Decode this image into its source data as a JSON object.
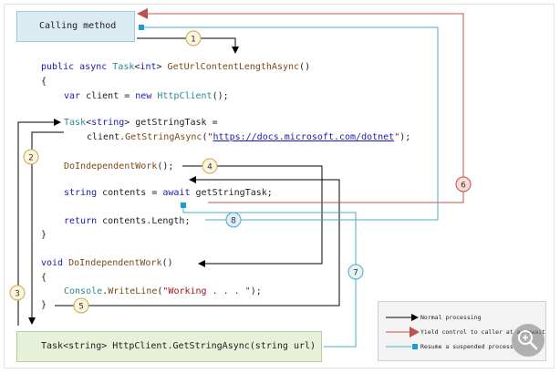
{
  "boxes": {
    "calling_method": "Calling method",
    "http_client": "Task<string> HttpClient.GetStringAsync(string url)"
  },
  "code": {
    "l1": {
      "kw1": "public",
      "kw2": "async",
      "type": "Task",
      "punct1": "<",
      "kw3": "int",
      "punct2": ">",
      "method": "GetUrlContentLengthAsync",
      "tail": "()"
    },
    "l2": "{",
    "l3": {
      "kw1": "var",
      "mid": "client = ",
      "kw2": "new",
      "type": "HttpClient",
      "tail": "();"
    },
    "l4": {
      "type": "Task",
      "punct1": "<",
      "kw": "string",
      "tail": "> getStringTask ="
    },
    "l5": {
      "head": "client.",
      "method": "GetStringAsync",
      "open": "(",
      "q1": "\"",
      "url": "https://docs.microsoft.com/dotnet",
      "q2": "\"",
      "close": ");"
    },
    "l6": {
      "method": "DoIndependentWork",
      "tail": "();"
    },
    "l7": {
      "kw1": "string",
      "mid": " contents = ",
      "kw2": "await",
      "tail": " getStringTask;"
    },
    "l8": {
      "kw": "return",
      "tail": " contents.Length;"
    },
    "l9": "}",
    "l10": {
      "kw": "void",
      "method": "DoIndependentWork",
      "tail": "()"
    },
    "l11": "{",
    "l12": {
      "type": "Console",
      "dot": ".",
      "method": "WriteLine",
      "open": "(",
      "str": "\"Working . . . \"",
      "close": ");"
    },
    "l13": "}"
  },
  "steps": [
    "1",
    "2",
    "3",
    "4",
    "5",
    "6",
    "7",
    "8"
  ],
  "legend": {
    "normal": "Normal processing",
    "yield": "Yield control to caller at an await",
    "resume": "Resume a suspended process"
  },
  "colors": {
    "normal": "#000000",
    "yield": "#c0504d",
    "resume": "#4bacc6",
    "step_fill": "#fdf6dd",
    "step_stroke": "#c8a850"
  },
  "icons": {
    "zoom": "zoom-in-icon"
  }
}
